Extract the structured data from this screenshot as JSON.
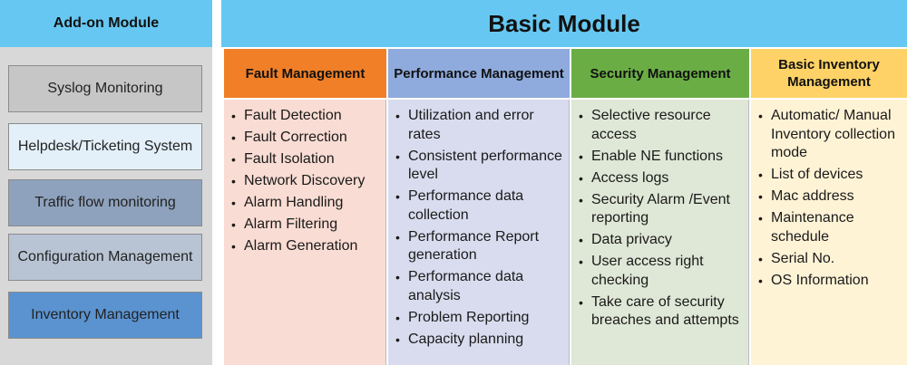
{
  "addon": {
    "title": "Add-on Module",
    "items": [
      {
        "label": "Syslog Monitoring"
      },
      {
        "label": "Helpdesk/Ticketing System"
      },
      {
        "label": "Traffic flow monitoring"
      },
      {
        "label": "Configuration Management"
      },
      {
        "label": "Inventory Management"
      }
    ]
  },
  "basic": {
    "title": "Basic Module",
    "columns": [
      {
        "title": "Fault Management",
        "items": [
          "Fault Detection",
          "Fault Correction",
          "Fault Isolation",
          "Network Discovery",
          "Alarm Handling",
          "Alarm Filtering",
          "Alarm Generation"
        ]
      },
      {
        "title": "Performance Management",
        "items": [
          "Utilization and error rates",
          "Consistent performance level",
          "Performance data collection",
          "Performance Report generation",
          "Performance data analysis",
          "Problem Reporting",
          "Capacity planning"
        ]
      },
      {
        "title": "Security Management",
        "items": [
          "Selective resource access",
          "Enable NE functions",
          "Access logs",
          "Security Alarm /Event reporting",
          "Data privacy",
          "User access right checking",
          "Take care of security breaches and attempts"
        ]
      },
      {
        "title": "Basic Inventory Management",
        "items": [
          "Automatic/ Manual Inventory collection mode",
          "List of devices",
          "Mac address",
          "Maintenance schedule",
          "Serial No.",
          "OS Information"
        ]
      }
    ]
  },
  "colors": {
    "header": "#66c8f2",
    "fault": "#f07f27",
    "performance": "#8faadc",
    "security": "#6aad45",
    "inventory": "#fed266"
  }
}
